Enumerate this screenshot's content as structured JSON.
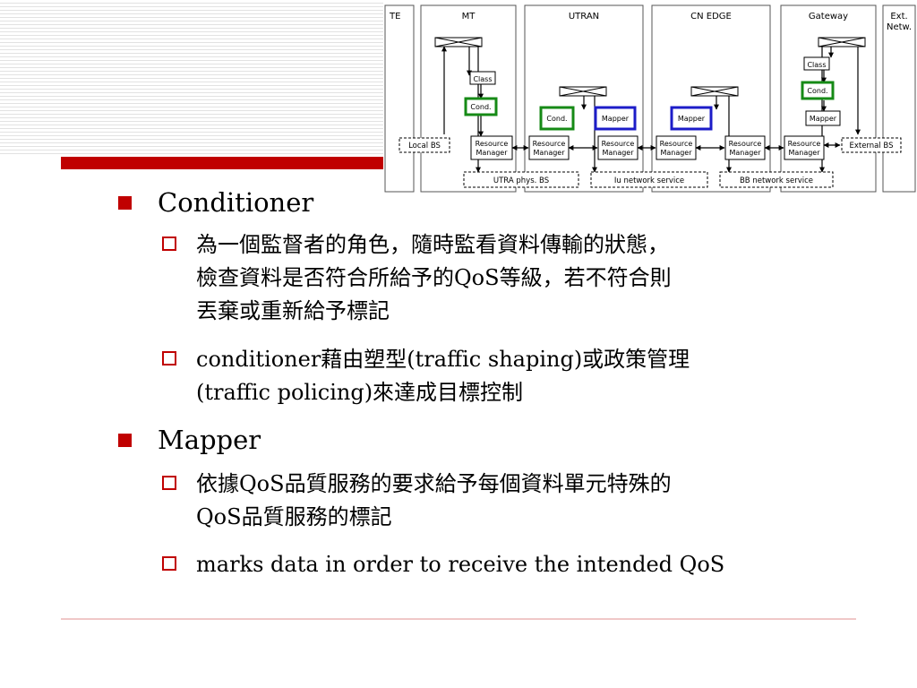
{
  "diagram": {
    "domains": [
      "TE",
      "MT",
      "UTRAN",
      "CN EDGE",
      "Gateway",
      "Ext.",
      "Netw."
    ],
    "blocks": {
      "class": "Class",
      "cond": "Cond.",
      "mapper": "Mapper",
      "resource_manager": [
        "Resource",
        "Manager"
      ]
    },
    "dashed_labels": {
      "local_bs": "Local BS",
      "external_bs": "External BS",
      "utra_phys_bs": "UTRA phys. BS",
      "iu_network_service": "Iu network service",
      "bb_network_service": "BB network service"
    },
    "highlight_colors": {
      "conditioner": "#168a16",
      "mapper": "#1c1cc8"
    }
  },
  "bullets": [
    {
      "title": "Conditioner",
      "subs": [
        {
          "lines": [
            "為一個監督者的角色，隨時監看資料傳輸的狀態，",
            "檢查資料是否符合所給予的QoS等級，若不符合則",
            "丟棄或重新給予標記"
          ]
        },
        {
          "lines": [
            "conditioner藉由塑型(traffic shaping)或政策管理",
            "(traffic policing)來達成目標控制"
          ]
        }
      ]
    },
    {
      "title": "Mapper",
      "subs": [
        {
          "lines": [
            "依據QoS品質服務的要求給予每個資料單元特殊的",
            "QoS品質服務的標記"
          ]
        },
        {
          "lines": [
            "marks data in order to receive the intended QoS"
          ]
        }
      ]
    }
  ],
  "theme": {
    "accent": "#c00000",
    "stripe": "#e2e2e2"
  }
}
